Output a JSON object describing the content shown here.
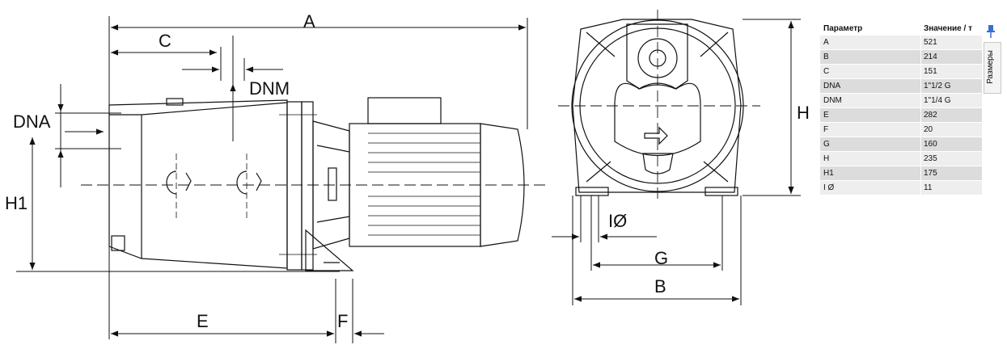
{
  "dimension_labels": {
    "A": "A",
    "B": "B",
    "C": "C",
    "DNA": "DNA",
    "DNM": "DNM",
    "E": "E",
    "F": "F",
    "G": "G",
    "H": "H",
    "H1": "H1",
    "IO": "IØ"
  },
  "table": {
    "header_param": "Параметр",
    "header_value": "Значение / т",
    "rows": [
      {
        "param": "A",
        "value": "521"
      },
      {
        "param": "B",
        "value": "214"
      },
      {
        "param": "C",
        "value": "151"
      },
      {
        "param": "DNA",
        "value": "1\"1/2 G"
      },
      {
        "param": "DNM",
        "value": "1\"1/4 G"
      },
      {
        "param": "E",
        "value": "282"
      },
      {
        "param": "F",
        "value": "20"
      },
      {
        "param": "G",
        "value": "160"
      },
      {
        "param": "H",
        "value": "235"
      },
      {
        "param": "H1",
        "value": "175"
      },
      {
        "param": "I Ø",
        "value": "11"
      }
    ]
  },
  "side_tab": {
    "label": "Размеры",
    "icon": "pin-icon"
  }
}
